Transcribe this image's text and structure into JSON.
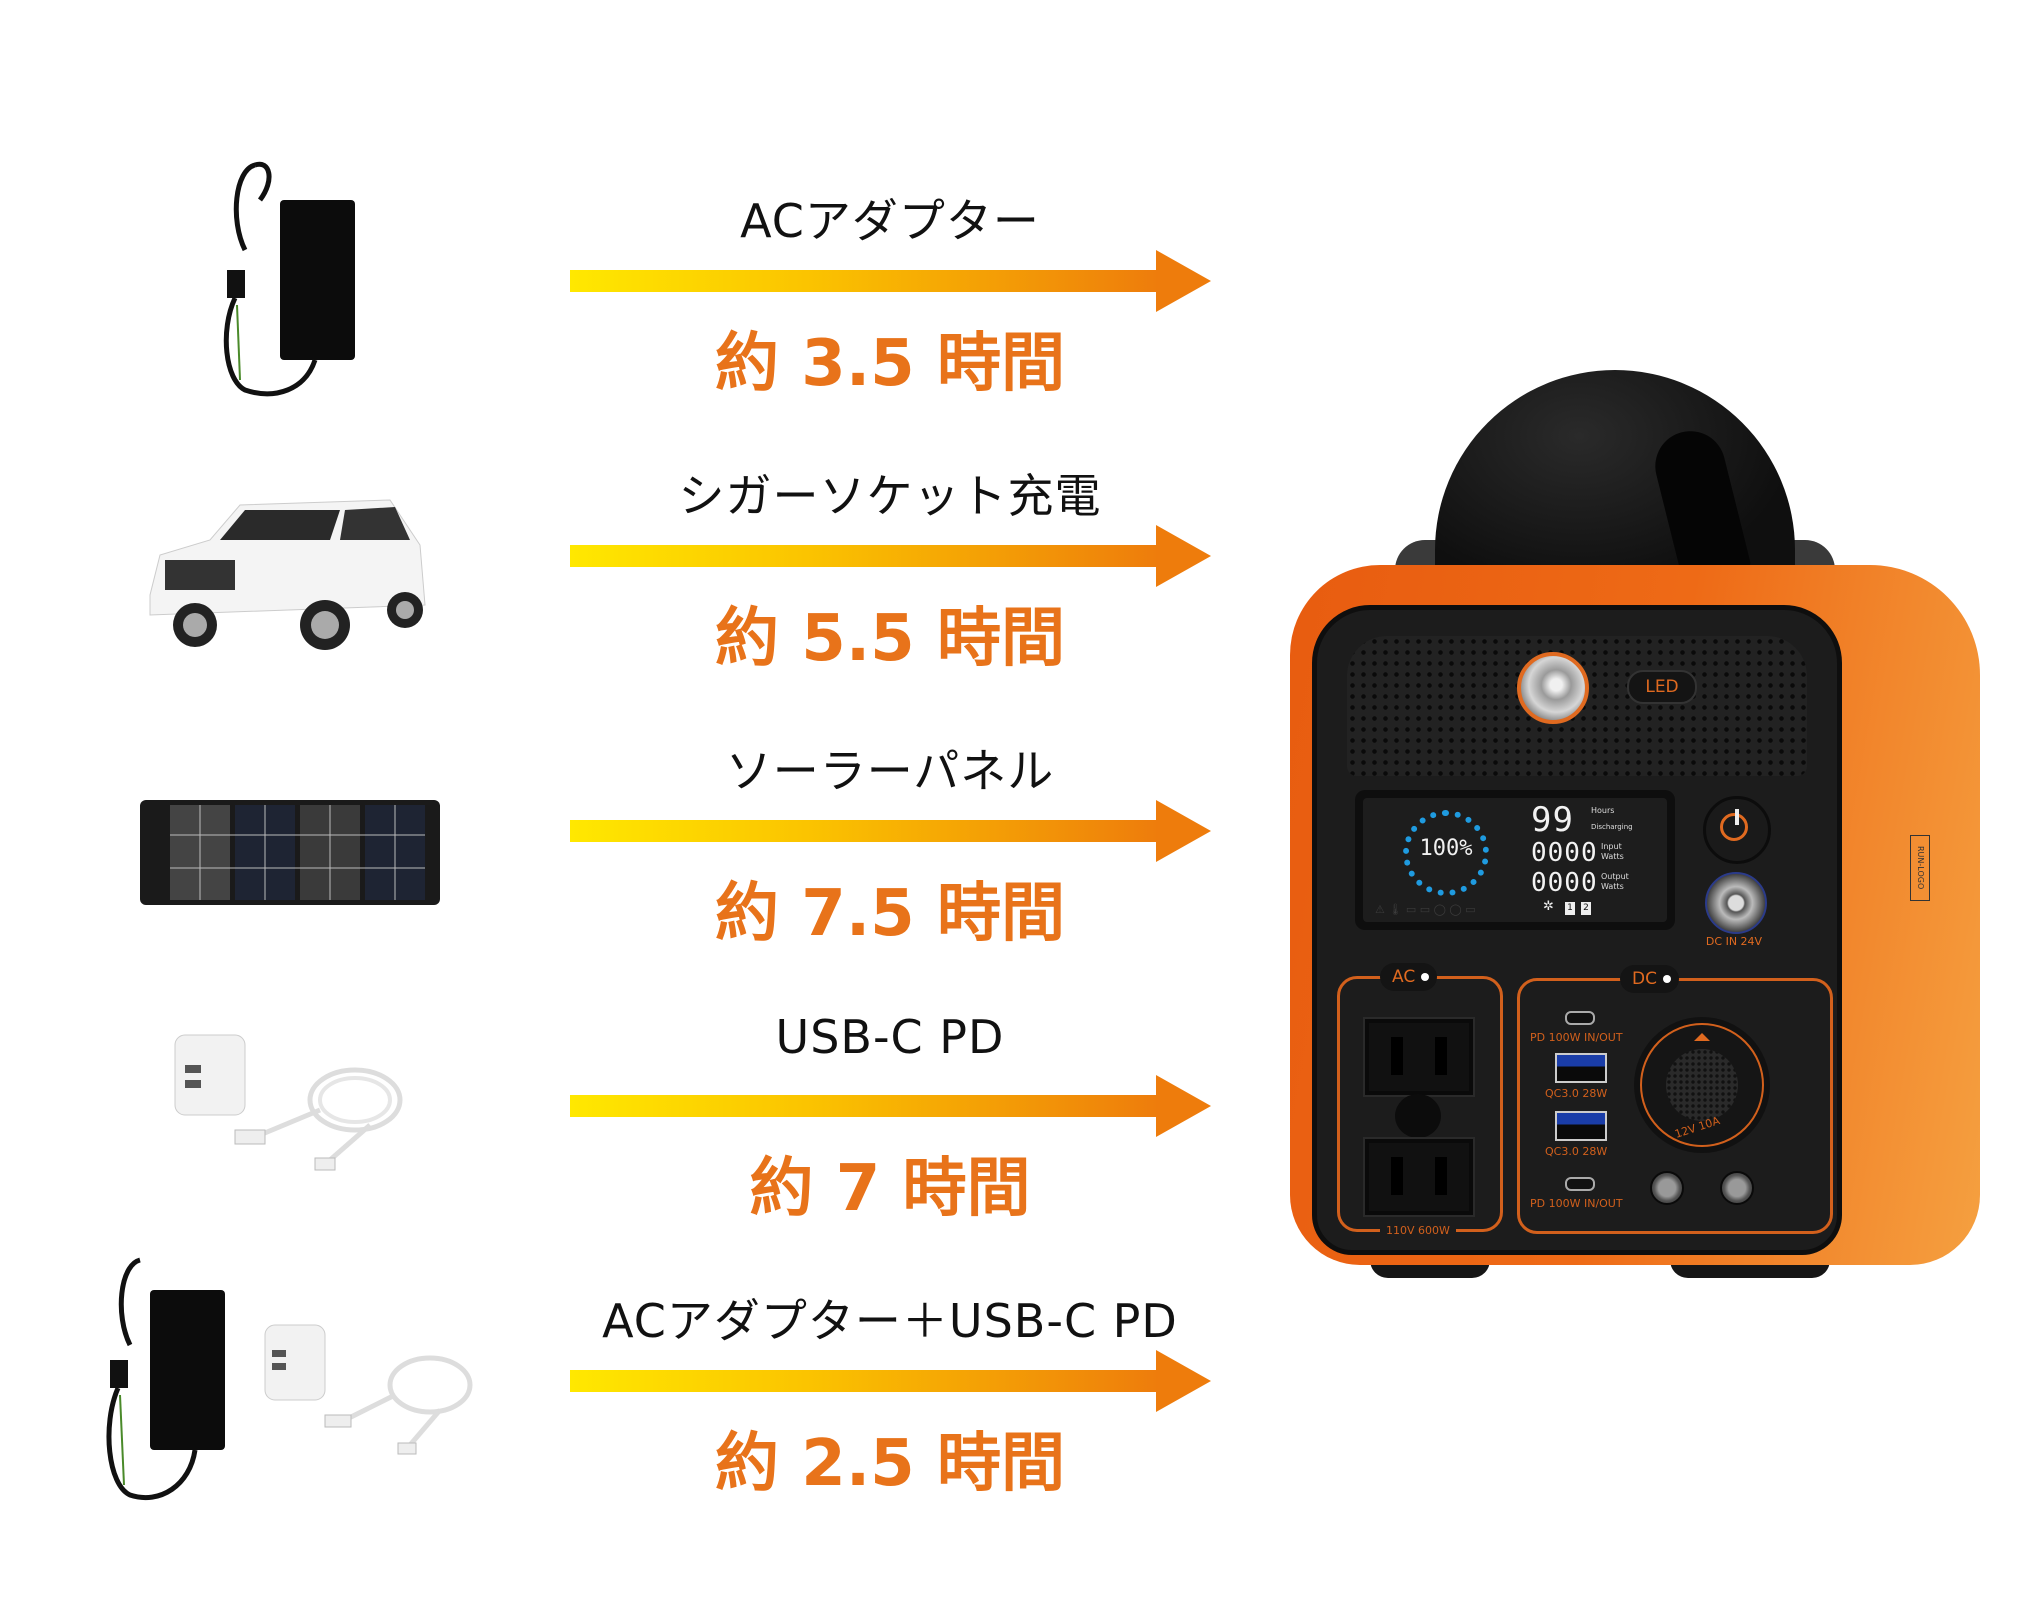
{
  "rows": [
    {
      "method": "ACアダプター",
      "time": "約 3.5 時間",
      "icon": "ac-adapter-icon"
    },
    {
      "method": "シガーソケット充電",
      "time": "約 5.5 時間",
      "icon": "car-icon"
    },
    {
      "method": "ソーラーパネル",
      "time": "約 7.5 時間",
      "icon": "solar-panel-icon"
    },
    {
      "method": "USB-C PD",
      "time": "約 7 時間",
      "icon": "usb-c-charger-icon"
    },
    {
      "method": "ACアダプター＋USB-C PD",
      "time": "約 2.5 時間",
      "icon": "ac-adapter-and-usb-c-charger-icon"
    }
  ],
  "colors": {
    "arrow_start": "#ffe800",
    "arrow_end": "#ee7c0c",
    "time_text": "#e8731a",
    "device_orange": "#ee6a16",
    "device_panel": "#1c1c1c"
  },
  "device": {
    "led_label": "LED",
    "lcd": {
      "percent": "100%",
      "hours_value": "99",
      "hours_label": "Hours",
      "status_label": "Discharging",
      "input_value": "0000",
      "input_label": "Input Watts",
      "output_value": "0000",
      "output_label": "Output Watts",
      "battery_1": "1",
      "battery_2": "2"
    },
    "dc_in_label": "DC IN 24V",
    "ac_section": {
      "label": "AC",
      "rating": "110V 600W"
    },
    "dc_section": {
      "label": "DC",
      "usb_c_top": "PD 100W IN/OUT",
      "usb_a_1": "QC3.0 28W",
      "usb_a_2": "QC3.0 28W",
      "usb_c_bottom": "PD 100W IN/OUT",
      "cigarette": "12V 10A"
    },
    "side_logo": "RUN-LOGO"
  }
}
